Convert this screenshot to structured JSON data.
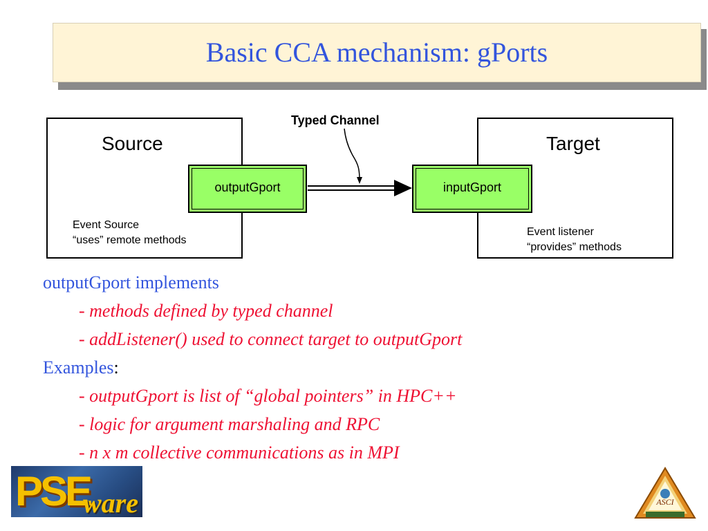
{
  "title": "Basic CCA mechanism: gPorts",
  "diagram": {
    "channel_label": "Typed Channel",
    "source": {
      "title": "Source",
      "port": "outputGport",
      "note_line1": "Event Source",
      "note_line2": "“uses” remote methods"
    },
    "target": {
      "title": "Target",
      "port": "inputGport",
      "note_line1": "Event listener",
      "note_line2": "“provides” methods"
    }
  },
  "body": {
    "heading1": "outputGport implements",
    "items1": [
      "- methods defined by typed channel",
      "- addListener() used to connect target to outputGport"
    ],
    "heading2": "Examples",
    "heading2_suffix": ":",
    "items2": [
      "- outputGport is list of  “global pointers” in HPC++",
      "- logic for argument marshaling and RPC",
      "- n x m collective communications as in MPI"
    ]
  },
  "logos": {
    "left_big": "PSE",
    "left_small": "ware",
    "right_text": "ASCI"
  },
  "colors": {
    "title": "#3355dd",
    "title_bg": "#fff4d6",
    "port_fill": "#99ff66",
    "heading": "#3355dd",
    "item": "#ee1133"
  }
}
